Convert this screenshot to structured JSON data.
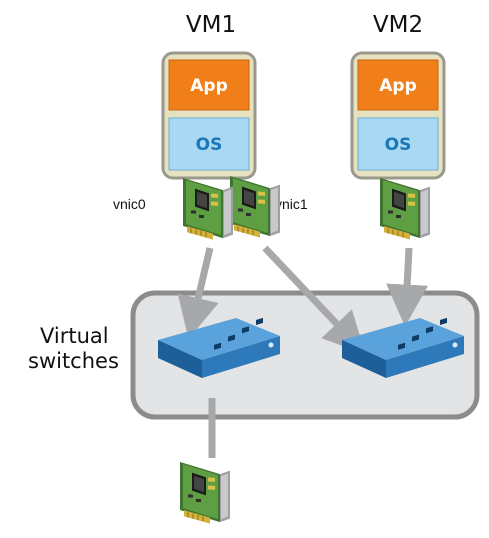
{
  "vms": [
    {
      "title": "VM1",
      "app_label": "App",
      "os_label": "OS"
    },
    {
      "title": "VM2",
      "app_label": "App",
      "os_label": "OS"
    }
  ],
  "nics": {
    "vnic0": "vnic0",
    "vnic1": "vnic1"
  },
  "switch_group": {
    "line1": "Virtual",
    "line2": "switches"
  },
  "colors": {
    "app": "#f07f1a",
    "os": "#a9d8f2",
    "os_text": "#1a78b8",
    "vm_frame": "#e6e2bf",
    "vm_frame_border": "#9a988d",
    "switch_top": "#3d86c6",
    "switch_side": "#1d5f99",
    "group_fill": "#e3e4e6",
    "group_border": "#8c8c8c",
    "arrow": "#a6a8aa",
    "nic_board": "#5f9f44",
    "nic_board_dark": "#3f7530"
  }
}
